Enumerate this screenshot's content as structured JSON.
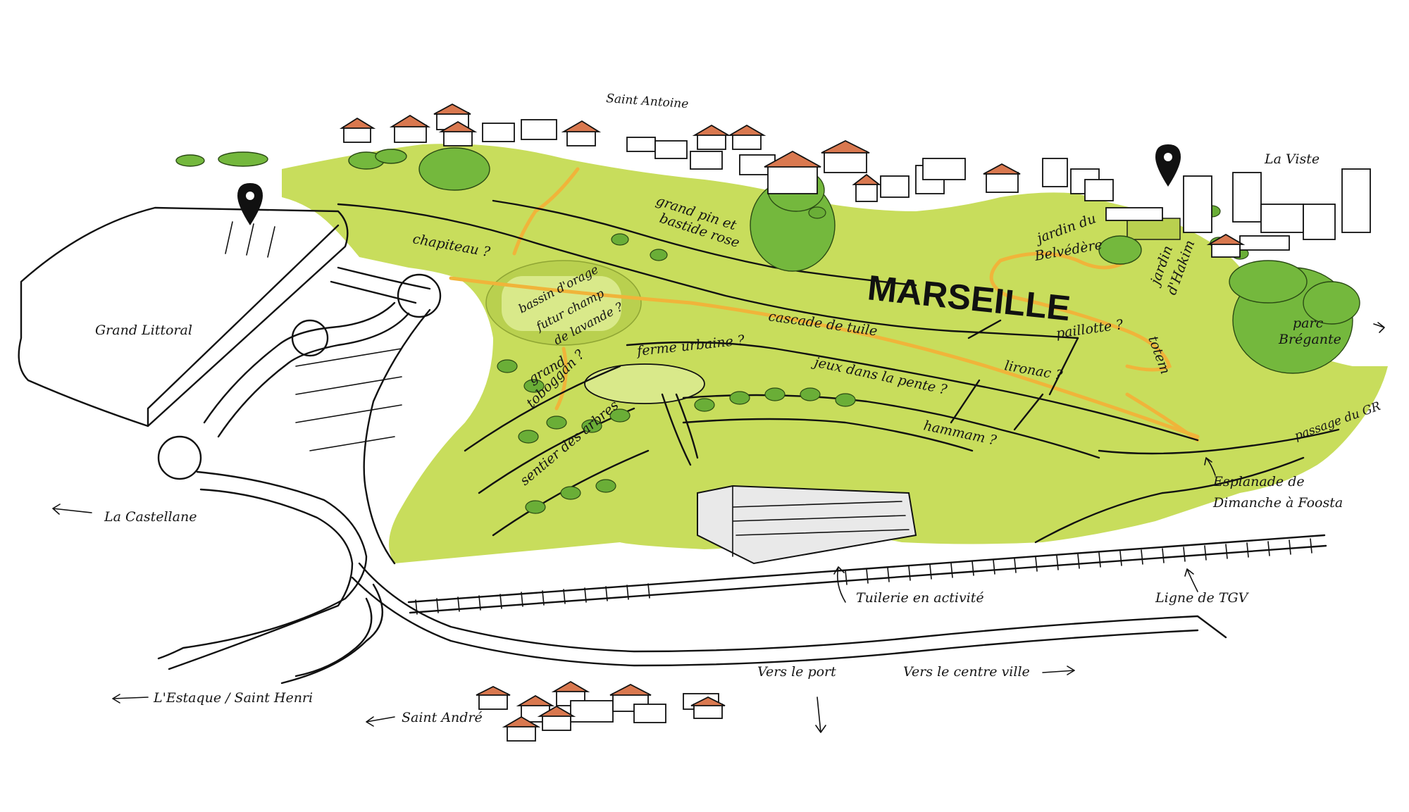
{
  "map": {
    "title": "MARSEILLE",
    "places": {
      "saint_antoine": "Saint Antoine",
      "la_viste": "La Viste",
      "grand_littoral": "Grand Littoral",
      "la_castellane": "La Castellane",
      "estaque": "L'Estaque / Saint Henri",
      "saint_andre": "Saint André",
      "vers_le_port": "Vers le port",
      "vers_centre": "Vers le centre ville",
      "tuilerie": "Tuilerie en activité",
      "ligne_tgv": "Ligne de TGV",
      "esplanade_1": "Esplanade de",
      "esplanade_2": "Dimanche à Foosta",
      "passage_gr": "passage du GR",
      "parc_1": "parc",
      "parc_2": "Brégante",
      "jardin_hakim_1": "jardin",
      "jardin_hakim_2": "d'Hakim",
      "totem": "totem",
      "jardin_belvedere_1": "jardin du",
      "jardin_belvedere_2": "Belvédère",
      "paillotte": "paillotte ?",
      "lironac": "lironac ?",
      "hammam": "hammam ?",
      "jeux": "jeux dans la pente ?",
      "cascade": "cascade de tuile",
      "ferme": "ferme urbaine ?",
      "bassin_1": "bassin d'orage",
      "bassin_2": "futur champ",
      "bassin_3": "de lavande ?",
      "grand_toboggan_1": "grand",
      "grand_toboggan_2": "toboggan ?",
      "sentier": "sentier des arbres",
      "chapiteau": "chapiteau ?",
      "grand_pin_1": "grand pin et",
      "grand_pin_2": "bastide rose"
    },
    "colors": {
      "park_green": "#c8dd5c",
      "park_green_dark": "#b9d04f",
      "path_orange": "#f0b43a",
      "roof": "#d9784f",
      "tree": "#74b83d"
    },
    "markers": [
      "map-pin-icon",
      "map-pin-icon"
    ]
  }
}
